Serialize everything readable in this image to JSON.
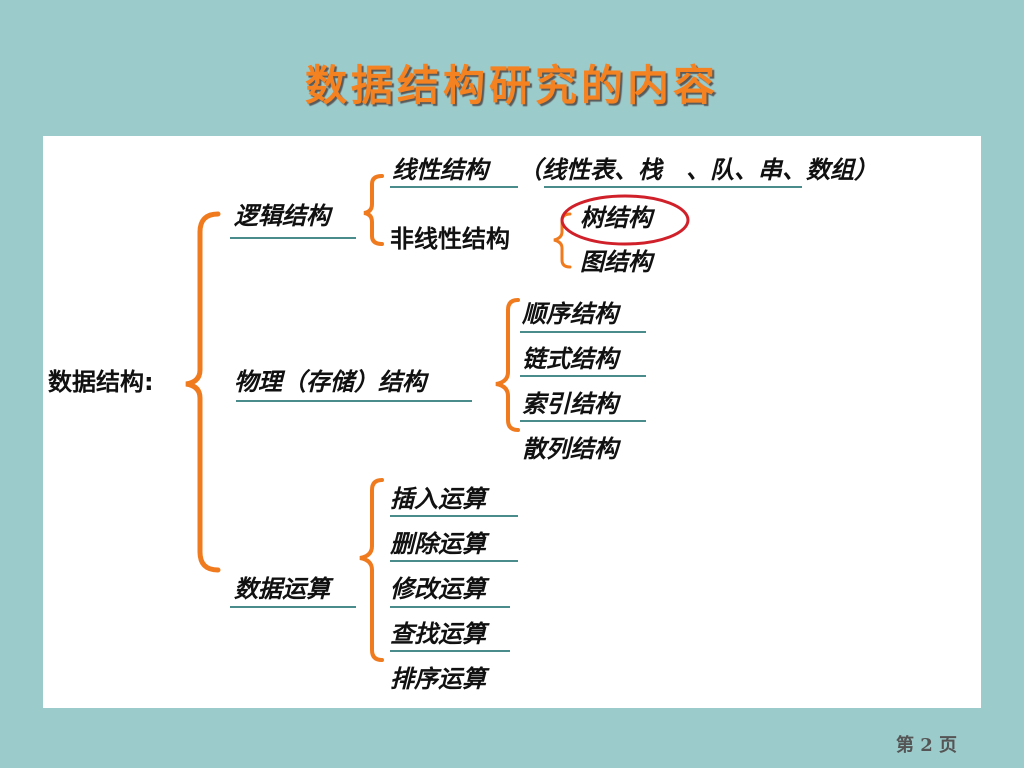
{
  "title": "数据结构研究的内容",
  "root": "数据结构:",
  "logical": {
    "label": "逻辑结构",
    "linear": "线性结构",
    "linear_examples": "（线性表、栈　、队、串、数组）",
    "nonlinear": "非线性结构",
    "tree": "树结构",
    "graph": "图结构"
  },
  "physical": {
    "label": "物理（存储）结构",
    "items": [
      "顺序结构",
      "链式结构",
      "索引结构",
      "散列结构"
    ]
  },
  "operations": {
    "label": "数据运算",
    "items": [
      "插入运算",
      "删除运算",
      "修改运算",
      "查找运算",
      "排序运算"
    ]
  },
  "footer": {
    "page_label": "第 2 页"
  },
  "colors": {
    "background": "#9ccbcc",
    "title": "#f58220",
    "bracket": "#f07a1e",
    "circle": "#d0202a",
    "underline": "#4a8c8c"
  }
}
